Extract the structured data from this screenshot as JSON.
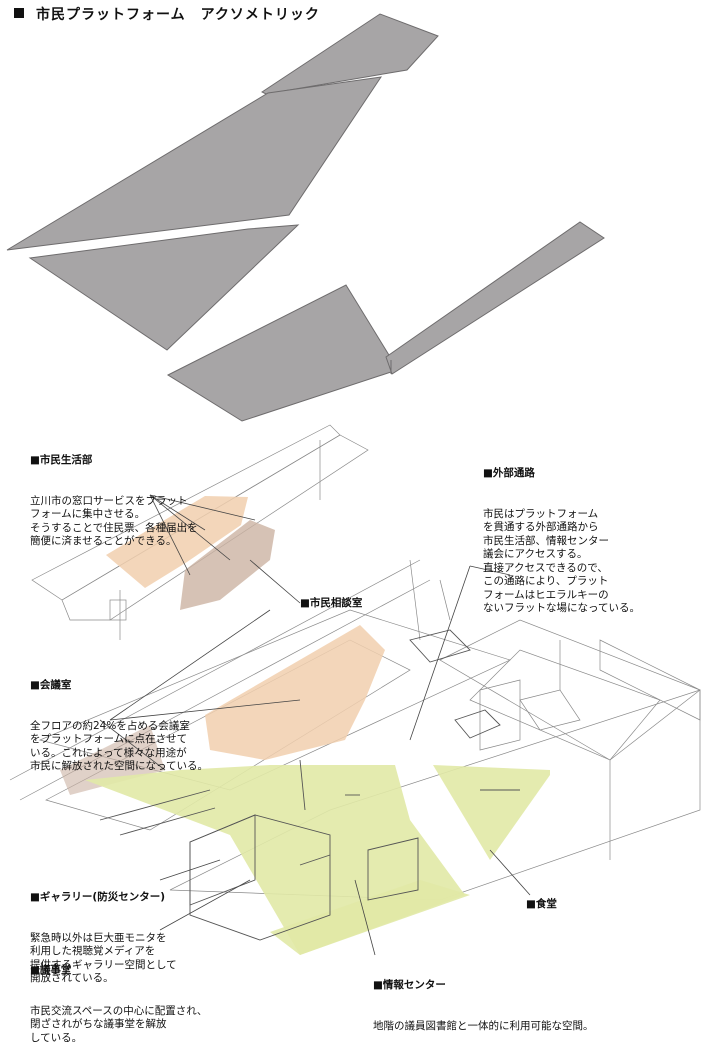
{
  "title": "市民プラットフォーム　アクソメトリック",
  "notes": {
    "shimin_seikatsu": {
      "heading": "市民生活部",
      "body": "立川市の窓口サービスをプラット\nフォームに集中させる。\nそうすることで住民票、各種届出を\n簡便に済ませることができる。"
    },
    "gaibu_tsuro": {
      "heading": "外部通路",
      "body": "市民はプラットフォーム\nを貫通する外部通路から\n市民生活部、情報センター\n議会にアクセスする。\n直接アクセスできるので、\nこの通路により、プラット\nフォームはヒエラルキーの\nないフラットな場になっている。"
    },
    "soudanshitsu": {
      "label": "市民相談室"
    },
    "kaigishitsu": {
      "heading": "会議室",
      "body": "全フロアの約24%を占める会議室\nをプラットフォームに点在させて\nいる。これによって様々な用途が\n市民に解放された空間になっている。"
    },
    "gallery": {
      "heading": "ギャラリー(防災センター)",
      "body": "緊急時以外は巨大亜モニタを\n利用した視聴覚メディアを\n提供するギャラリー空間として\n開放されている。"
    },
    "shokudo": {
      "label": "食堂"
    },
    "gijido": {
      "heading": "議事堂",
      "body": "市民交流スペースの中心に配置され、\n閉ざされがちな議事堂を解放\nしている。"
    },
    "joho": {
      "heading": "情報センター",
      "body": "地階の議員図書館と一体的に利用可能な空間。"
    }
  },
  "colors": {
    "slab_fill": "#a7a5a6",
    "slab_edge": "#6e6c6d",
    "zone_orange": "#f1cfae",
    "zone_brown": "#ccb3a3",
    "zone_green": "#e1e9a6",
    "line": "#555555"
  }
}
